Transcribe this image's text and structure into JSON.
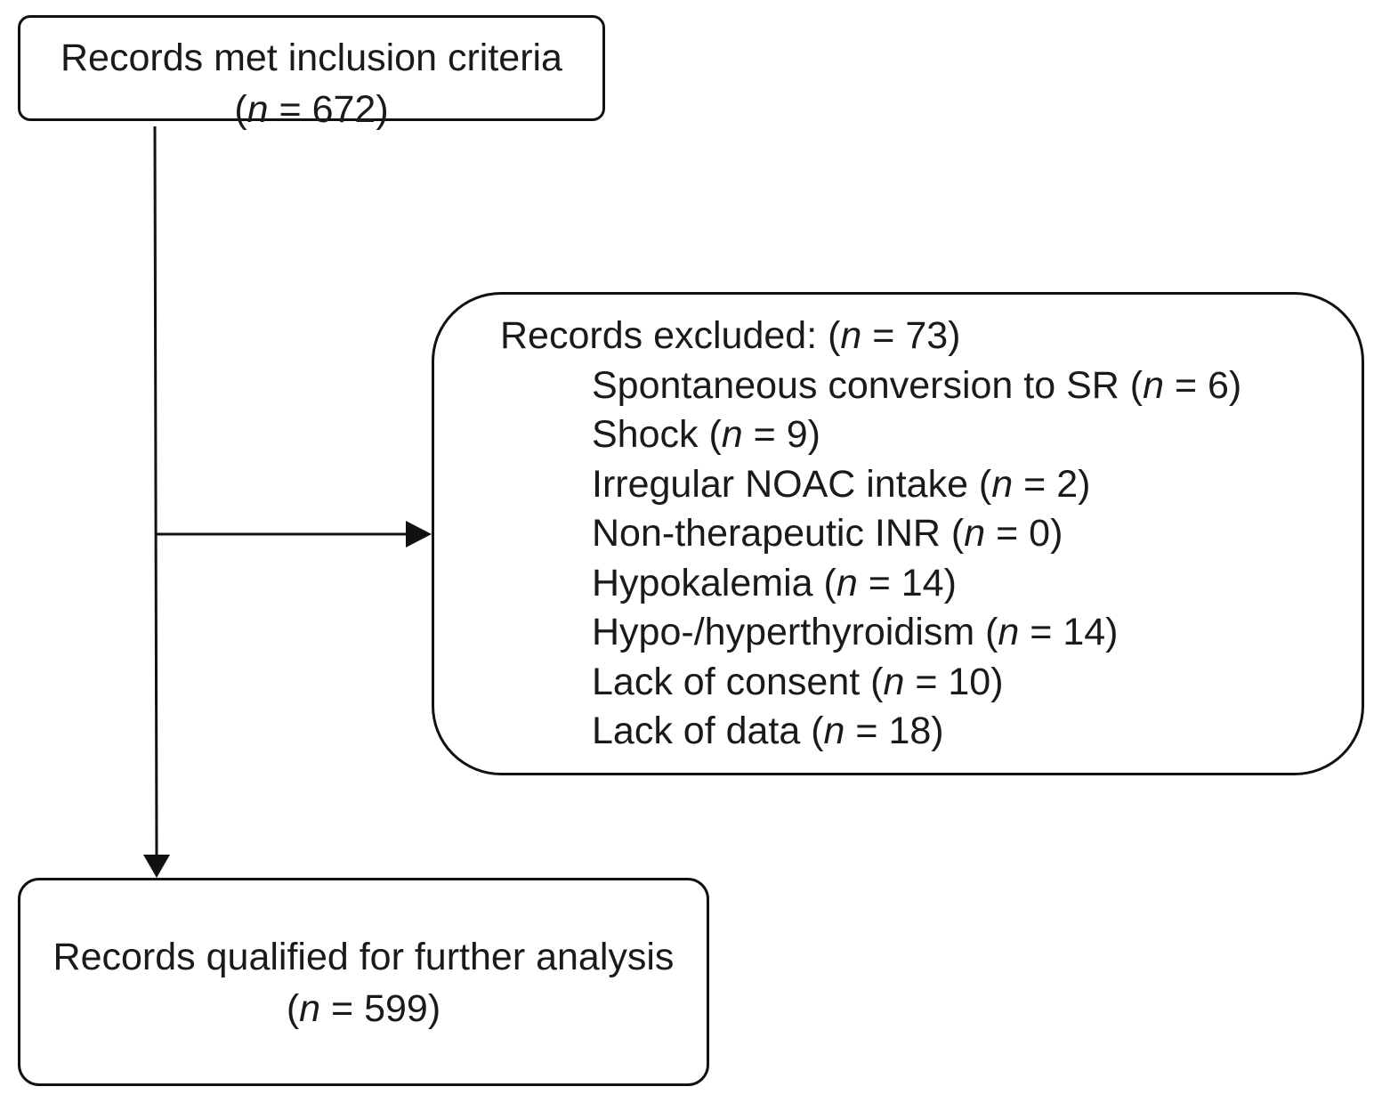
{
  "flow": {
    "top_box": {
      "label": "Records met inclusion criteria",
      "n_prefix": "(",
      "n_var": "n",
      "n_suffix": " = 672)"
    },
    "excluded_box": {
      "header_label": "Records excluded: (",
      "header_var": "n",
      "header_suffix": " = 73)",
      "items": [
        {
          "label": "Spontaneous conversion to SR (",
          "var": "n",
          "suffix": " = 6)"
        },
        {
          "label": "Shock (",
          "var": "n",
          "suffix": " = 9)"
        },
        {
          "label": "Irregular NOAC intake (",
          "var": "n",
          "suffix": " = 2)"
        },
        {
          "label": "Non-therapeutic INR (",
          "var": "n",
          "suffix": " = 0)"
        },
        {
          "label": "Hypokalemia (",
          "var": "n",
          "suffix": " = 14)"
        },
        {
          "label": "Hypo-/hyperthyroidism (",
          "var": "n",
          "suffix": " = 14)"
        },
        {
          "label": "Lack of consent (",
          "var": "n",
          "suffix": " = 10)"
        },
        {
          "label": "Lack of data (",
          "var": "n",
          "suffix": " = 18)"
        }
      ]
    },
    "bottom_box": {
      "label": "Records qualified for further analysis",
      "n_prefix": "(",
      "n_var": "n",
      "n_suffix": " = 599)"
    }
  },
  "colors": {
    "stroke": "#111111",
    "text": "#1a1a1a",
    "background": "#ffffff"
  }
}
